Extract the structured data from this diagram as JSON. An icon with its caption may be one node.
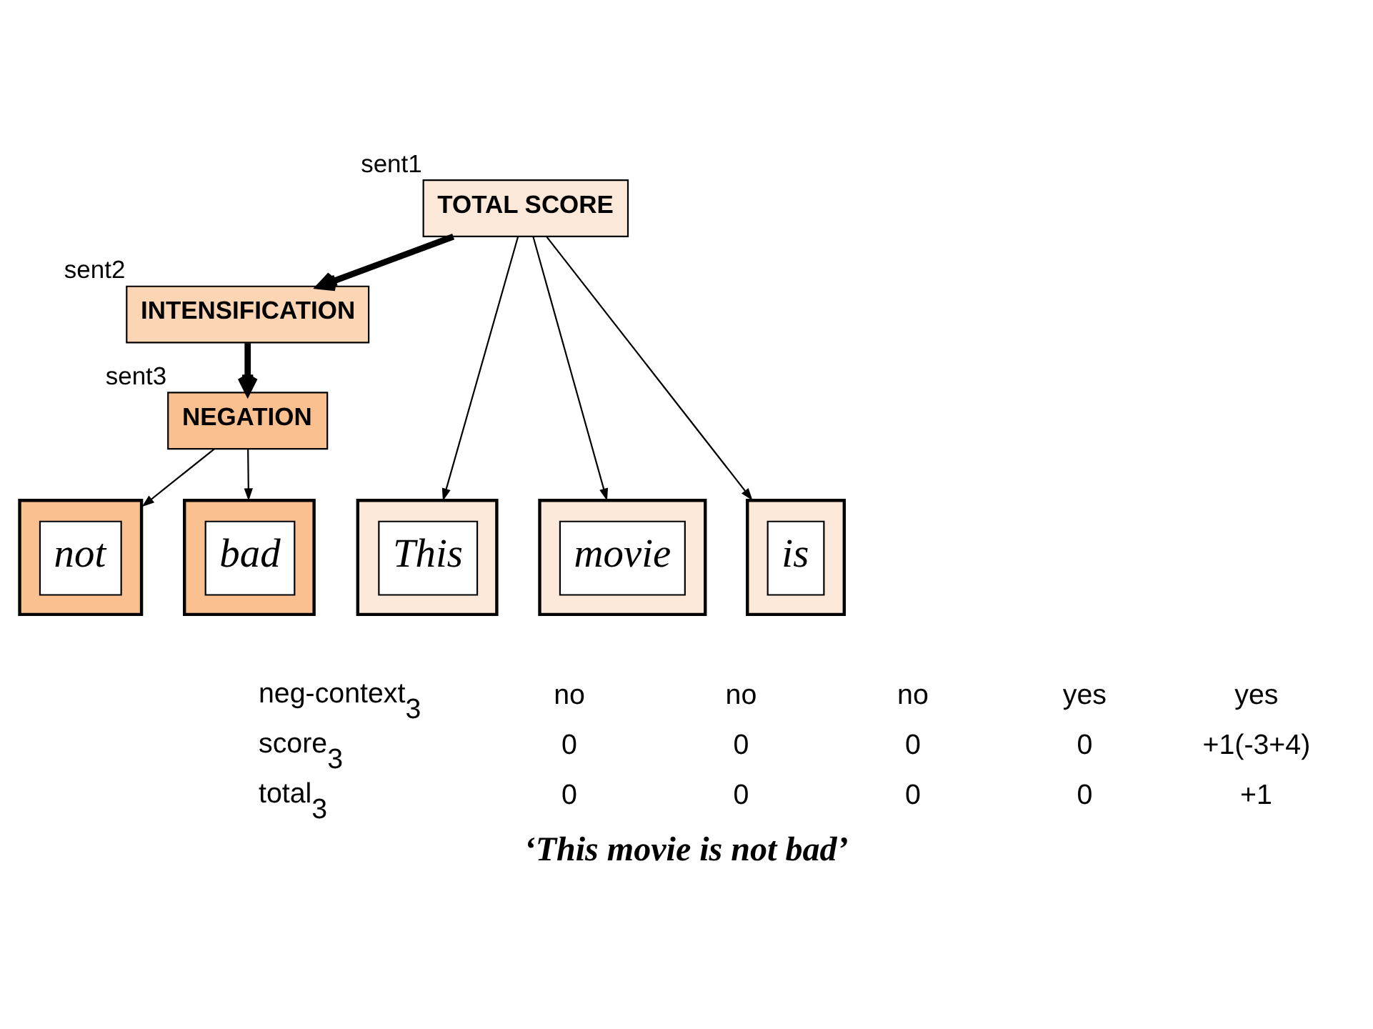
{
  "diagram": {
    "caption": "‘This movie is not bad’",
    "nodes": [
      {
        "text": [
          "TOTAL SCORE"
        ],
        "beside": [
          "sent1"
        ]
      },
      {
        "text": [
          "INTENSIFICATION"
        ],
        "beside": [
          "sent2"
        ]
      },
      {
        "text": [
          "NEGATION"
        ],
        "beside": [
          "sent3"
        ]
      },
      {
        "text": [
          "This"
        ]
      },
      {
        "text": [
          "movie"
        ]
      },
      {
        "text": [
          "is"
        ]
      },
      {
        "text": [
          "not"
        ]
      },
      {
        "text": [
          "bad"
        ]
      }
    ],
    "edges": [
      {
        "from": 0,
        "to": 1,
        "arrow": "to",
        "style": "thick"
      },
      {
        "from": 1,
        "to": 2,
        "arrow": "to",
        "style": "thick"
      },
      {
        "from": 0,
        "to": 3,
        "arrow": "to"
      },
      {
        "from": 0,
        "to": 4,
        "arrow": "to"
      },
      {
        "from": 0,
        "to": 5,
        "arrow": "to"
      },
      {
        "from": 2,
        "to": 6,
        "arrow": "to"
      },
      {
        "from": 2,
        "to": 7,
        "arrow": "to"
      }
    ],
    "labels": [
      "neg-context$_{3}$",
      "no",
      "no",
      "no",
      "yes",
      "yes",
      "score$_{3}$",
      "0",
      "0",
      "0",
      "0",
      "+1(-3+4)",
      "total$_{3}$",
      "0",
      "0",
      "0",
      "0",
      "+1"
    ]
  }
}
